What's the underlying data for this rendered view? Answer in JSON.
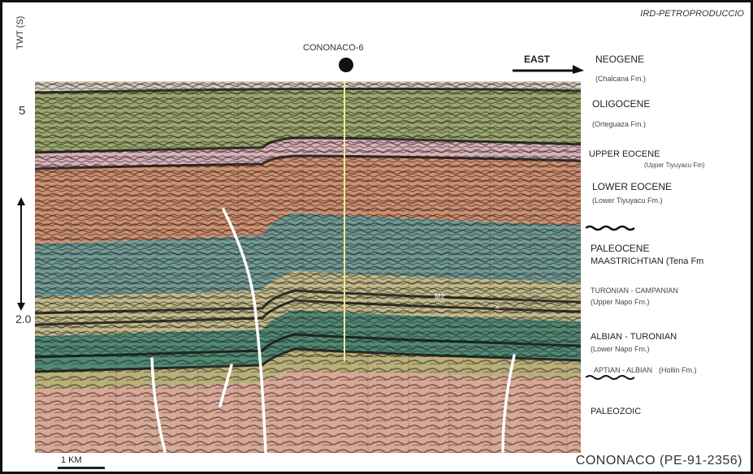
{
  "header": {
    "agency": "IRD-PETROPRODUCCIO"
  },
  "well": {
    "name": "CONONACO-6"
  },
  "direction": {
    "label": "EAST"
  },
  "axis": {
    "label": "TWT (S)",
    "tick_top": "5",
    "tick_bottom": "2.0"
  },
  "scale": {
    "label": "1 KM"
  },
  "section": {
    "title": "CONONACO (PE-91-2356)"
  },
  "labels": {
    "neogene": "NEOGENE",
    "chalcana": "(Chalcana Fm.)",
    "oligocene": "OLIGOCENE",
    "orteguaza": "(Orteguaza Fm.)",
    "upper_eocene": "UPPER EOCENE",
    "upper_tiyuyacu": "(Upper Tiyuyacu Fm)",
    "lower_eocene": "LOWER EOCENE",
    "lower_tiyuyacu": "(Lower Tiyuyacu Fm.)",
    "paleocene": "PALEOCENE",
    "maastrichtian": "MAASTRICHTIAN (Tena Fm",
    "turonian_campanian": "TURONIAN - CAMPANIAN",
    "upper_napo": "(Upper Napo Fm.)",
    "albian_turonian": "ALBIAN - TURONIAN",
    "lower_napo": "(Lower Napo Fm.)",
    "aptian_albian": "APTIAN - ALBIAN",
    "hollin": "(Hollin Fm.)",
    "paleozoic": "PALEOZOIC"
  },
  "colors": {
    "neogene": "#d9cfc0",
    "oligocene": "#9aa86e",
    "upper_eocene": "#d8b2b8",
    "lower_eocene": "#cf8f6f",
    "paleocene": "#6f9b95",
    "turonian": "#c2b98a",
    "albian": "#4f8a74",
    "aptian": "#b9b07a",
    "paleozoic": "#d8a896"
  }
}
